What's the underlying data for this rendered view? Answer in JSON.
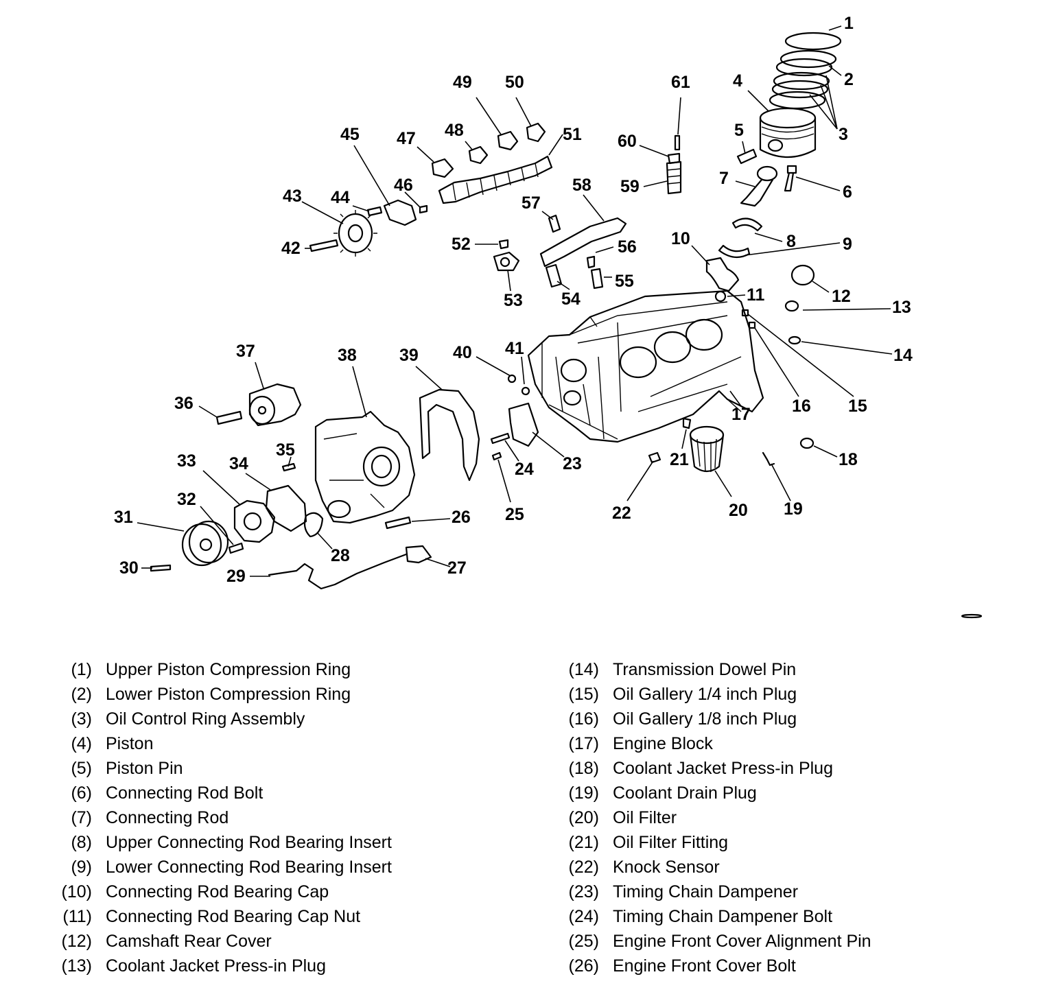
{
  "callouts": [
    "1",
    "2",
    "3",
    "4",
    "5",
    "6",
    "7",
    "8",
    "9",
    "10",
    "11",
    "12",
    "13",
    "14",
    "15",
    "16",
    "17",
    "18",
    "19",
    "20",
    "21",
    "22",
    "23",
    "24",
    "25",
    "26",
    "27",
    "28",
    "29",
    "30",
    "31",
    "32",
    "33",
    "34",
    "35",
    "36",
    "37",
    "38",
    "39",
    "40",
    "41",
    "42",
    "43",
    "44",
    "45",
    "46",
    "47",
    "48",
    "49",
    "50",
    "51",
    "52",
    "53",
    "54",
    "55",
    "56",
    "57",
    "58",
    "59",
    "60",
    "61"
  ],
  "legend_left": [
    {
      "num": "(1)",
      "name": "Upper Piston Compression Ring"
    },
    {
      "num": "(2)",
      "name": "Lower Piston Compression Ring"
    },
    {
      "num": "(3)",
      "name": "Oil Control Ring Assembly"
    },
    {
      "num": "(4)",
      "name": "Piston"
    },
    {
      "num": "(5)",
      "name": "Piston Pin"
    },
    {
      "num": "(6)",
      "name": "Connecting Rod Bolt"
    },
    {
      "num": "(7)",
      "name": "Connecting Rod"
    },
    {
      "num": "(8)",
      "name": "Upper Connecting Rod Bearing Insert"
    },
    {
      "num": "(9)",
      "name": "Lower Connecting Rod Bearing Insert"
    },
    {
      "num": "(10)",
      "name": "Connecting Rod Bearing Cap"
    },
    {
      "num": "(11)",
      "name": "Connecting Rod Bearing Cap Nut"
    },
    {
      "num": "(12)",
      "name": "Camshaft Rear Cover"
    },
    {
      "num": "(13)",
      "name": "Coolant Jacket Press-in Plug"
    }
  ],
  "legend_right": [
    {
      "num": "(14)",
      "name": "Transmission Dowel Pin"
    },
    {
      "num": "(15)",
      "name": "Oil Gallery 1/4 inch Plug"
    },
    {
      "num": "(16)",
      "name": "Oil Gallery 1/8 inch Plug"
    },
    {
      "num": "(17)",
      "name": "Engine Block"
    },
    {
      "num": "(18)",
      "name": "Coolant Jacket Press-in Plug"
    },
    {
      "num": "(19)",
      "name": "Coolant Drain Plug"
    },
    {
      "num": "(20)",
      "name": "Oil Filter"
    },
    {
      "num": "(21)",
      "name": "Oil Filter Fitting"
    },
    {
      "num": "(22)",
      "name": "Knock Sensor"
    },
    {
      "num": "(23)",
      "name": "Timing Chain Dampener"
    },
    {
      "num": "(24)",
      "name": "Timing Chain Dampener Bolt"
    },
    {
      "num": "(25)",
      "name": "Engine Front Cover Alignment Pin"
    },
    {
      "num": "(26)",
      "name": "Engine Front Cover Bolt"
    }
  ]
}
